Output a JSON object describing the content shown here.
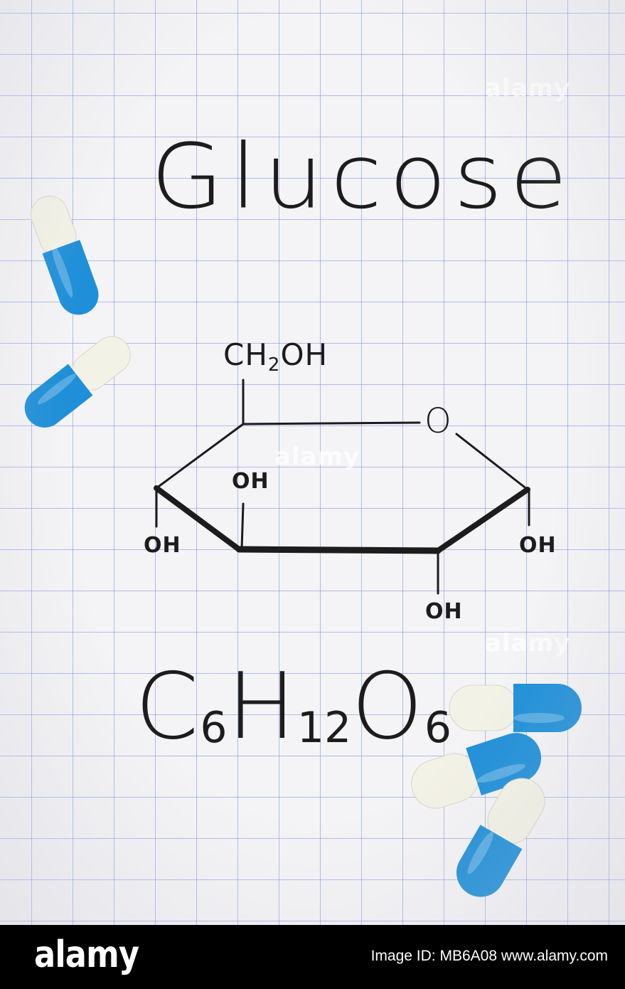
{
  "photo": {
    "title": "Glucose",
    "structure": {
      "top_group": "CH",
      "top_group_sub": "2",
      "top_group_tail": "OH",
      "ring_oxygen": "O",
      "oh_left": "OH",
      "oh_inner": "OH",
      "oh_right": "OH",
      "oh_bottom": "OH"
    },
    "formula": {
      "c": "C",
      "c_sub": "6",
      "h": "H",
      "h_sub": "12",
      "o": "O",
      "o_sub": "6"
    },
    "watermark": "alamy",
    "paper_grid_color": "#8c9be0",
    "capsule_colors": {
      "blue": "#1e8fd8",
      "white": "#f3f2e6"
    }
  },
  "footer": {
    "logo": "alamy",
    "image_id": "Image ID: MB6A08",
    "url": "www.alamy.com"
  }
}
